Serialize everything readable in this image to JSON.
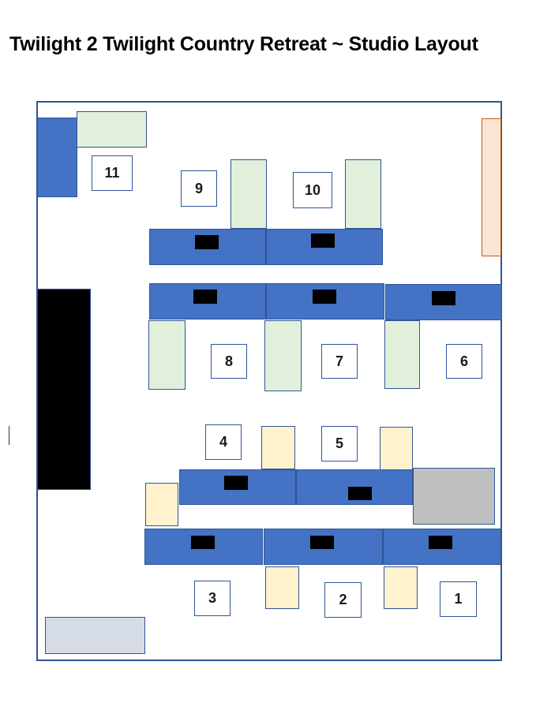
{
  "title": "Twilight 2 Twilight Country Retreat ~ Studio Layout",
  "stations": {
    "s1": "1",
    "s2": "2",
    "s3": "3",
    "s4": "4",
    "s5": "5",
    "s6": "6",
    "s7": "7",
    "s8": "8",
    "s9": "9",
    "s10": "10",
    "s11": "11"
  },
  "colors": {
    "desk": "#4472c4",
    "border": "#2f5597",
    "chair_green": "#e2efda",
    "chair_yellow": "#fff2cc",
    "monitor": "#000000",
    "pink_panel": "#fbe5d6",
    "grey_block": "#bfbfbf",
    "light_blue_block": "#d6dce5"
  }
}
